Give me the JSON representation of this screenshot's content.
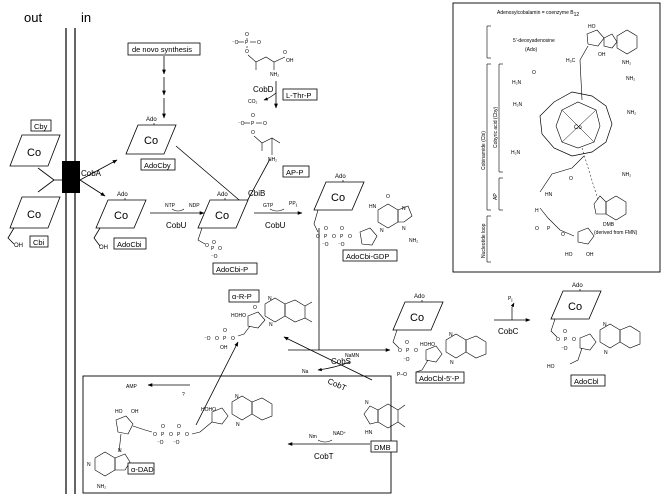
{
  "membrane": {
    "out_label": "out",
    "in_label": "in"
  },
  "inset": {
    "title": "Adenosylcobalamin = coenzyme B",
    "title_sub": "12",
    "deoxyadenosine": "5'-deoxyadenosine",
    "ado": "(Ado)",
    "bracket_cobinamide": "Cobinamide (Cbi)",
    "bracket_cobyric": "Cobyric acid (Cby)",
    "bracket_ap": "AP",
    "bracket_nucleotide": "Nucleotide loop",
    "dmb": "DMB",
    "dmb_note": "(derived from FMN)",
    "co": "Co",
    "h2n": "H₂N",
    "nh2": "NH₂",
    "o": "O",
    "hn": "HN",
    "n": "N",
    "ho": "HO",
    "oh": "OH",
    "h3c": "H₃C",
    "p": "P",
    "h": "H"
  },
  "compounds": {
    "cby": "Cby",
    "cbi": "Cbi",
    "ado_cby": "AdoCby",
    "ado_cbi": "AdoCbi",
    "ado_cbi_p": "AdoCbi-P",
    "ado_cbi_gdp": "AdoCbi-GDP",
    "ado_cbl_5p": "AdoCbl-5'-P",
    "ado_cbl": "AdoCbl",
    "l_thr_p": "L-Thr-P",
    "ap_p": "AP-P",
    "alpha_r_p": "α-R-P",
    "alpha_dad": "α-DAD",
    "dmb": "DMB",
    "de_novo": "de novo synthesis"
  },
  "enzymes": {
    "cob_a": "CobA",
    "cob_d": "CobD",
    "cbi_b": "CbiB",
    "cob_u_1": "CobU",
    "cob_u_2": "CobU",
    "cob_s": "CobS",
    "cob_c": "CobC",
    "cob_t_1": "CobT",
    "cob_t_2": "CobT"
  },
  "cofactors": {
    "ntp": "NTP",
    "ndp": "NDP",
    "gtp": "GTP",
    "ppi": "PP",
    "ppi_sub": "i",
    "pi": "P",
    "pi_sub": "i",
    "co2": "CO₂",
    "namn": "NaMN",
    "na": "Na",
    "amp": "AMP",
    "question": "?",
    "nm": "Nm",
    "nad": "NAD⁺"
  },
  "atoms": {
    "co": "Co",
    "ado": "Ado",
    "oh": "OH",
    "ho": "HO",
    "o": "O",
    "p": "P",
    "nh2": "NH₂",
    "h2n": "H₂N",
    "n": "N",
    "hn": "HN",
    "nh": "NH",
    "h": "H",
    "o_minus": "⁻O",
    "p_o": "P–O",
    "hoho": "HOHO",
    "oh_cooh": "OH"
  }
}
